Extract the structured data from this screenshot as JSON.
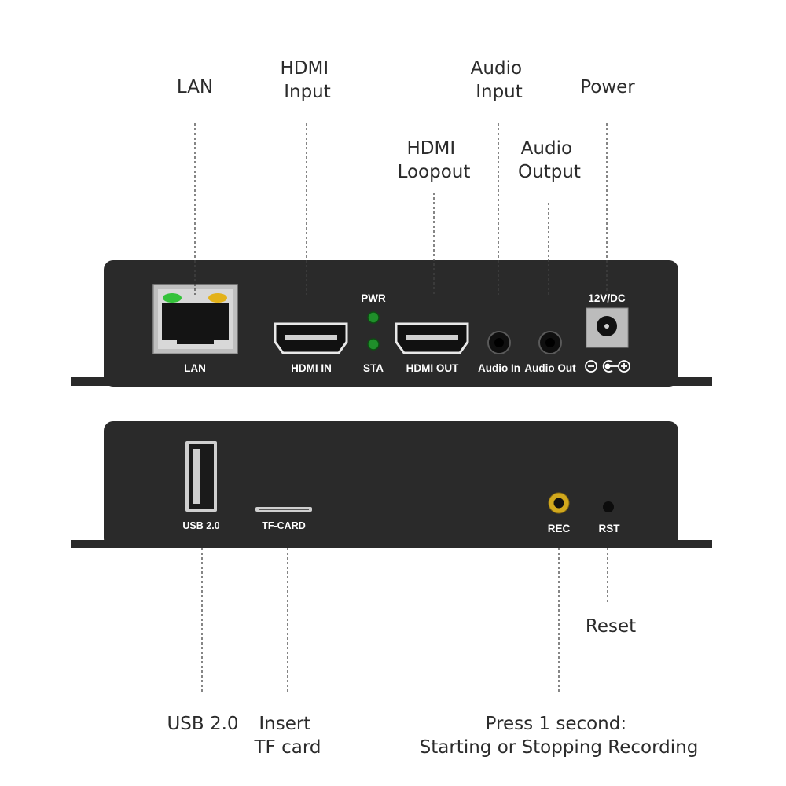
{
  "callouts": {
    "lan": "LAN",
    "hdmi_input": [
      "HDMI",
      "Input"
    ],
    "hdmi_loopout": [
      "HDMI",
      "Loopout"
    ],
    "audio_input": [
      "Audio",
      "Input"
    ],
    "audio_output": [
      "Audio",
      "Output"
    ],
    "power": "Power",
    "usb": "USB 2.0",
    "tf_card": [
      "Insert",
      "TF card"
    ],
    "rec": [
      "Press 1 second:",
      "Starting or Stopping Recording"
    ],
    "reset": "Reset"
  },
  "front_panel": {
    "lan": "LAN",
    "hdmi_in": "HDMI IN",
    "pwr": "PWR",
    "sta": "STA",
    "hdmi_out": "HDMI OUT",
    "audio_in": "Audio In",
    "audio_out": "Audio Out",
    "dc": "12V/DC"
  },
  "back_panel": {
    "usb": "USB 2.0",
    "tf": "TF-CARD",
    "rec": "REC",
    "rst": "RST"
  },
  "colors": {
    "device_body": "#2a2a2a",
    "led_green": "#34c23a",
    "led_amber": "#e3b21a",
    "rec_ring": "#d1a81d"
  }
}
